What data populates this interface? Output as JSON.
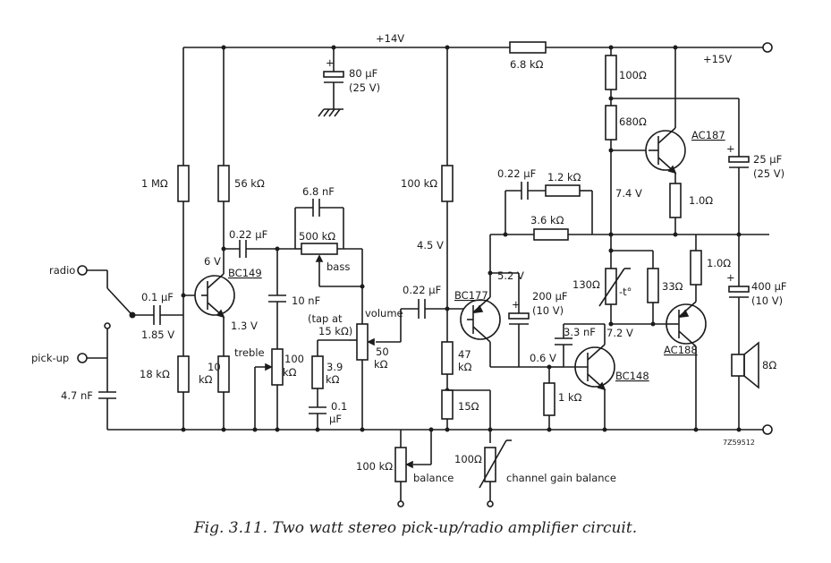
{
  "caption": "Fig. 3.11. Two watt stereo pick-up/radio amplifier circuit.",
  "drawing_code": "7Z59512",
  "supplies": {
    "v1": "+14V",
    "v2": "+15V"
  },
  "inputs": {
    "radio": "radio",
    "pickup": "pick-up"
  },
  "transistors": {
    "q1": "BC149",
    "q2": "BC177",
    "q3": "BC148",
    "q4": "AC187",
    "q5": "AC188"
  },
  "components": {
    "c_in_pickup": "4.7 nF",
    "c_in": "0.1 µF",
    "r_bias1": "1 MΩ",
    "r_bias2": "18 kΩ",
    "r_coll": "56 kΩ",
    "r_emit1": "10",
    "r_emit2": "kΩ",
    "c_coupling1": "0.22 µF",
    "c_treble": "10 nF",
    "c_bass": "6.8 nF",
    "pot_bass": "500 kΩ",
    "pot_treble1": "100",
    "pot_treble2": "kΩ",
    "pot_volume1": "50",
    "pot_volume2": "kΩ",
    "tap_text1": "(tap at",
    "tap_text2": "15 kΩ)",
    "r_tap1": "3.9",
    "r_tap2": "kΩ",
    "c_tap1": "0.1",
    "c_tap2": "µF",
    "c_decoup": "80 µF",
    "c_decoup_v": "(25 V)",
    "r_supply": "6.8 kΩ",
    "r_q2bias": "100 kΩ",
    "c_coupling2": "0.22 µF",
    "r_q2e1": "47",
    "r_q2e2": "kΩ",
    "r_q2e3": "15Ω",
    "c_fb": "0.22 µF",
    "r_fb1": "1.2 kΩ",
    "r_fb2": "3.6 kΩ",
    "c_boot": "200 µF",
    "c_boot_v": "(10 V)",
    "c_q3": "3.3 nF",
    "r_q3e": "1 kΩ",
    "r_100": "100Ω",
    "r_680": "680Ω",
    "r_out1": "1.0Ω",
    "r_out2": "1.0Ω",
    "r_33": "33Ω",
    "ntc": "130Ω",
    "ntc_symbol": "-t°",
    "c_out": "400 µF",
    "c_out_v": "(10 V)",
    "c_supply": "25 µF",
    "c_supply_v": "(25 V)",
    "speaker": "8Ω",
    "pot_balance": "100 kΩ",
    "pot_cgb": "100Ω"
  },
  "voltages": {
    "v_q1b": "1.85 V",
    "v_q1c": "6 V",
    "v_q1e": "1.3 V",
    "v_q2": "5.2 V",
    "v_q2c": "4.5 V",
    "v_q3b": "0.6 V",
    "v_7_2": "7.2 V",
    "v_7_4": "7.4 V"
  },
  "labels": {
    "treble": "treble",
    "bass": "bass",
    "volume": "volume",
    "balance": "balance",
    "cgb": "channel gain balance"
  }
}
